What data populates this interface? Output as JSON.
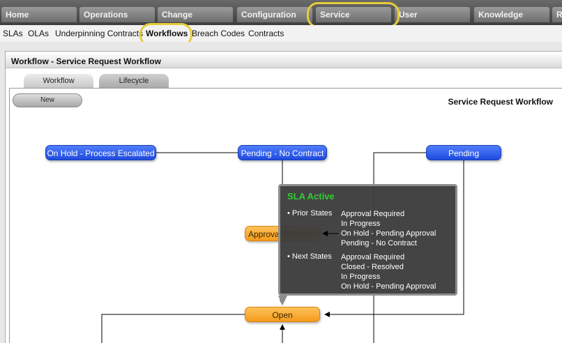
{
  "top_nav": [
    "Home",
    "Operations",
    "Change",
    "Configuration",
    "Service",
    "User",
    "Knowledge",
    "R"
  ],
  "sub_nav": [
    "SLAs",
    "OLAs",
    "Underpinning Contracts",
    "Workflows",
    "Breach Codes",
    "Contracts"
  ],
  "panel": {
    "title": "Workflow - Service Request Workflow",
    "tabs": [
      "Workflow",
      "Lifecycle"
    ],
    "new_button": "New",
    "workflow_title": "Service Request Workflow"
  },
  "states": {
    "on_hold_escalated": "On Hold - Process Escalated",
    "pending_no_contract": "Pending - No Contract",
    "pending": "Pending",
    "approval_rejected": "Approval Rejected",
    "open": "Open"
  },
  "popup": {
    "title": "SLA Active",
    "prior_label": "• Prior States",
    "prior_states": [
      "Approval Required",
      "In Progress",
      "On Hold - Pending Approval",
      "Pending - No Contract"
    ],
    "next_label": "• Next States",
    "next_states": [
      "Approval Required",
      "Closed - Resolved",
      "In Progress",
      "On Hold - Pending Approval"
    ]
  },
  "colors": {
    "highlight": "#e5cc3c",
    "state_blue": "#2a55ee",
    "state_orange": "#f7a52c",
    "sla_active": "#33cc33"
  }
}
